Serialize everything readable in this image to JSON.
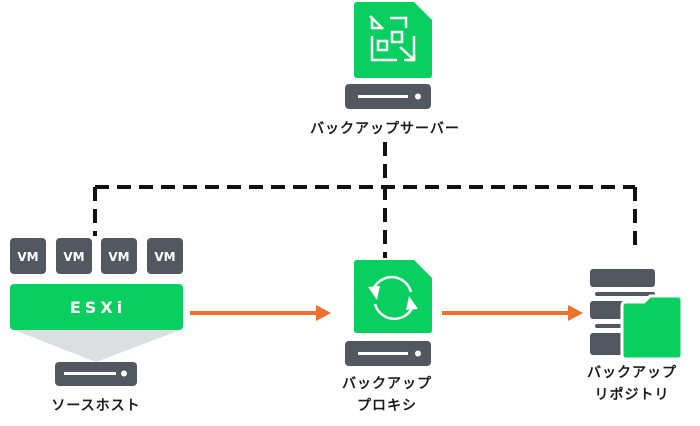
{
  "colors": {
    "green": "#08cf5f",
    "gray": "#525760",
    "orange": "#f07030",
    "dash": "#111111",
    "cone": "#dcdedf"
  },
  "nodes": {
    "server": {
      "label": "バックアップサーバー",
      "icon": "veeam-logo-icon"
    },
    "source": {
      "label": "ソースホスト",
      "hypervisor": "ESXi",
      "vms": [
        "VM",
        "VM",
        "VM",
        "VM"
      ]
    },
    "proxy": {
      "label_lines": [
        "バックアップ",
        "プロキシ"
      ],
      "icon": "sync-arrows-icon"
    },
    "repository": {
      "label_lines": [
        "バックアップ",
        "リポジトリ"
      ],
      "icon": "folder-storage-icon"
    }
  }
}
